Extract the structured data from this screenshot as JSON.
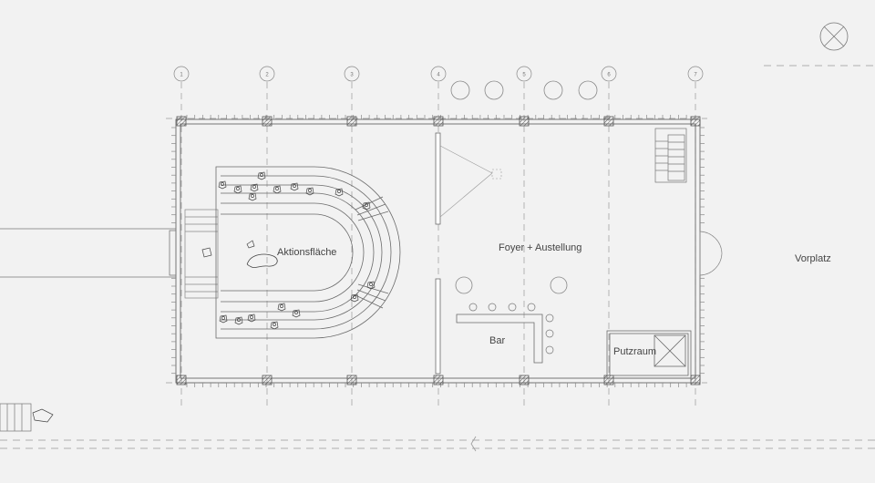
{
  "axes": [
    "1",
    "2",
    "3",
    "4",
    "5",
    "6",
    "7"
  ],
  "labels": {
    "stage": "Aktionsfläche",
    "foyer": "Foyer + Austellung",
    "bar": "Bar",
    "cleaning": "Putzraum",
    "forecourt": "Vorplatz"
  },
  "colors": {
    "background": "#f2f2f2",
    "line": "#6a6a6a",
    "dashed": "#9a9a9a"
  }
}
